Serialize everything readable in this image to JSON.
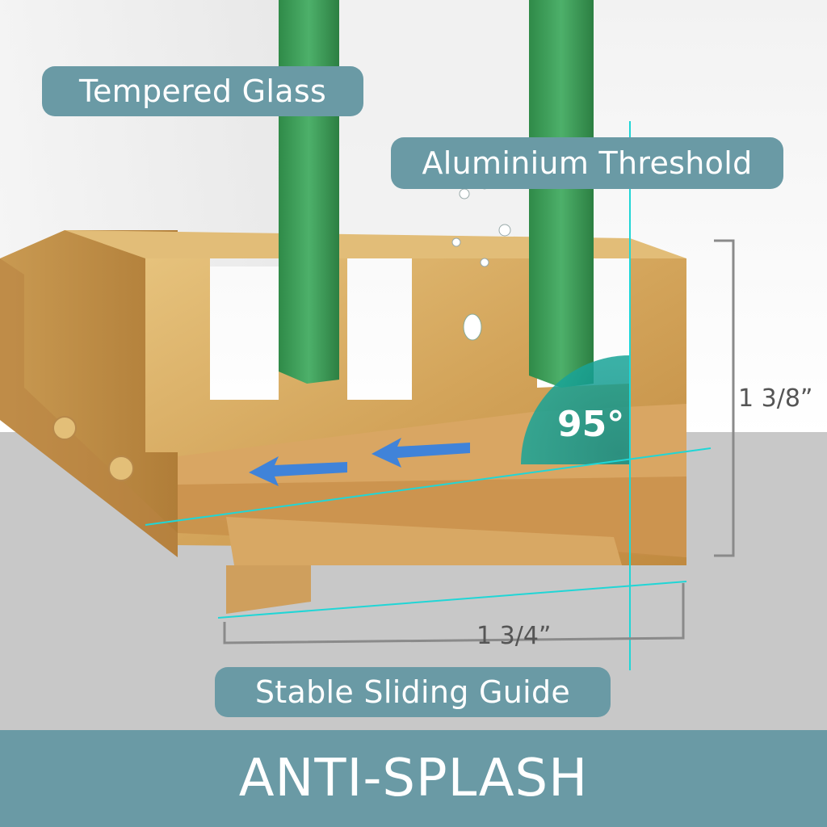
{
  "labels": {
    "tempered_glass": "Tempered Glass",
    "aluminium_threshold": "Aluminium Threshold",
    "stable_sliding_guide": "Stable Sliding Guide"
  },
  "angle": "95°",
  "dimensions": {
    "height": "1 3/8”",
    "width": "1 3/4”"
  },
  "footer": {
    "title": "ANTI-SPLASH"
  },
  "colors": {
    "label_bg": "#6a9aa5",
    "label_text": "#ffffff",
    "glass_edge": "#3f9a54",
    "threshold_gold": "#d4a55a",
    "floor_gray": "#c8c8c8",
    "arrow_blue": "#2f7fe6",
    "guide_line": "#20d6d6"
  }
}
